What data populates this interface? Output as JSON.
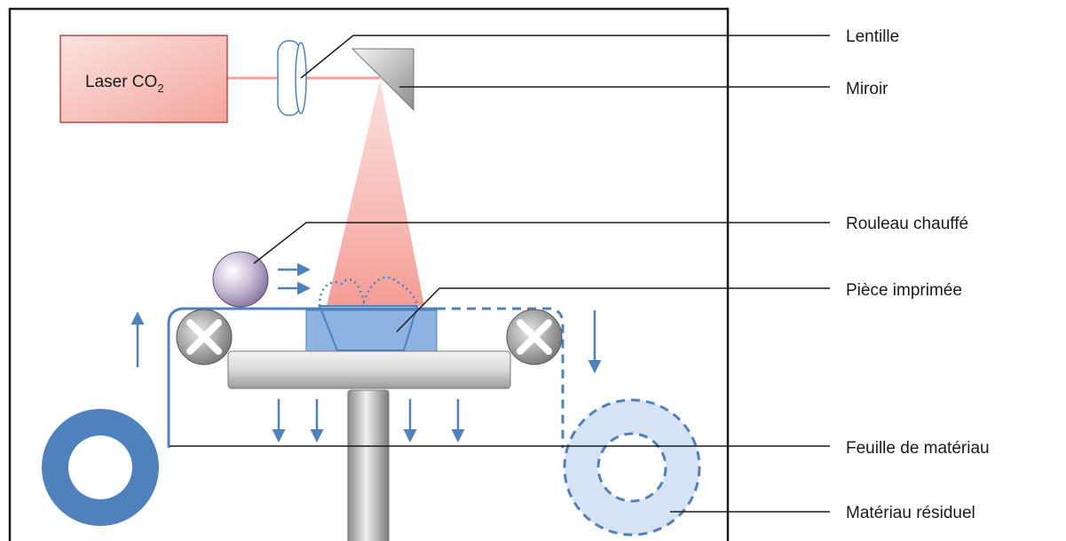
{
  "labels": {
    "laser": "Laser CO",
    "laser_subscript": "2",
    "lens": "Lentille",
    "mirror": "Miroir",
    "heated_roller": "Rouleau chauffé",
    "printed_part": "Pièce imprimée",
    "material_sheet": "Feuille de matériau",
    "residual_material": "Matériau résiduel"
  },
  "colors": {
    "frame": "#1a1a1a",
    "material_blue": "#4f81bd",
    "material_fill": "#8db3e2",
    "residual_fill": "#d6e3f4",
    "laser_beam": "#f4a7a0",
    "laser_box": "#f7c5c0"
  },
  "icons": {
    "roller_mark": "x-cross"
  }
}
